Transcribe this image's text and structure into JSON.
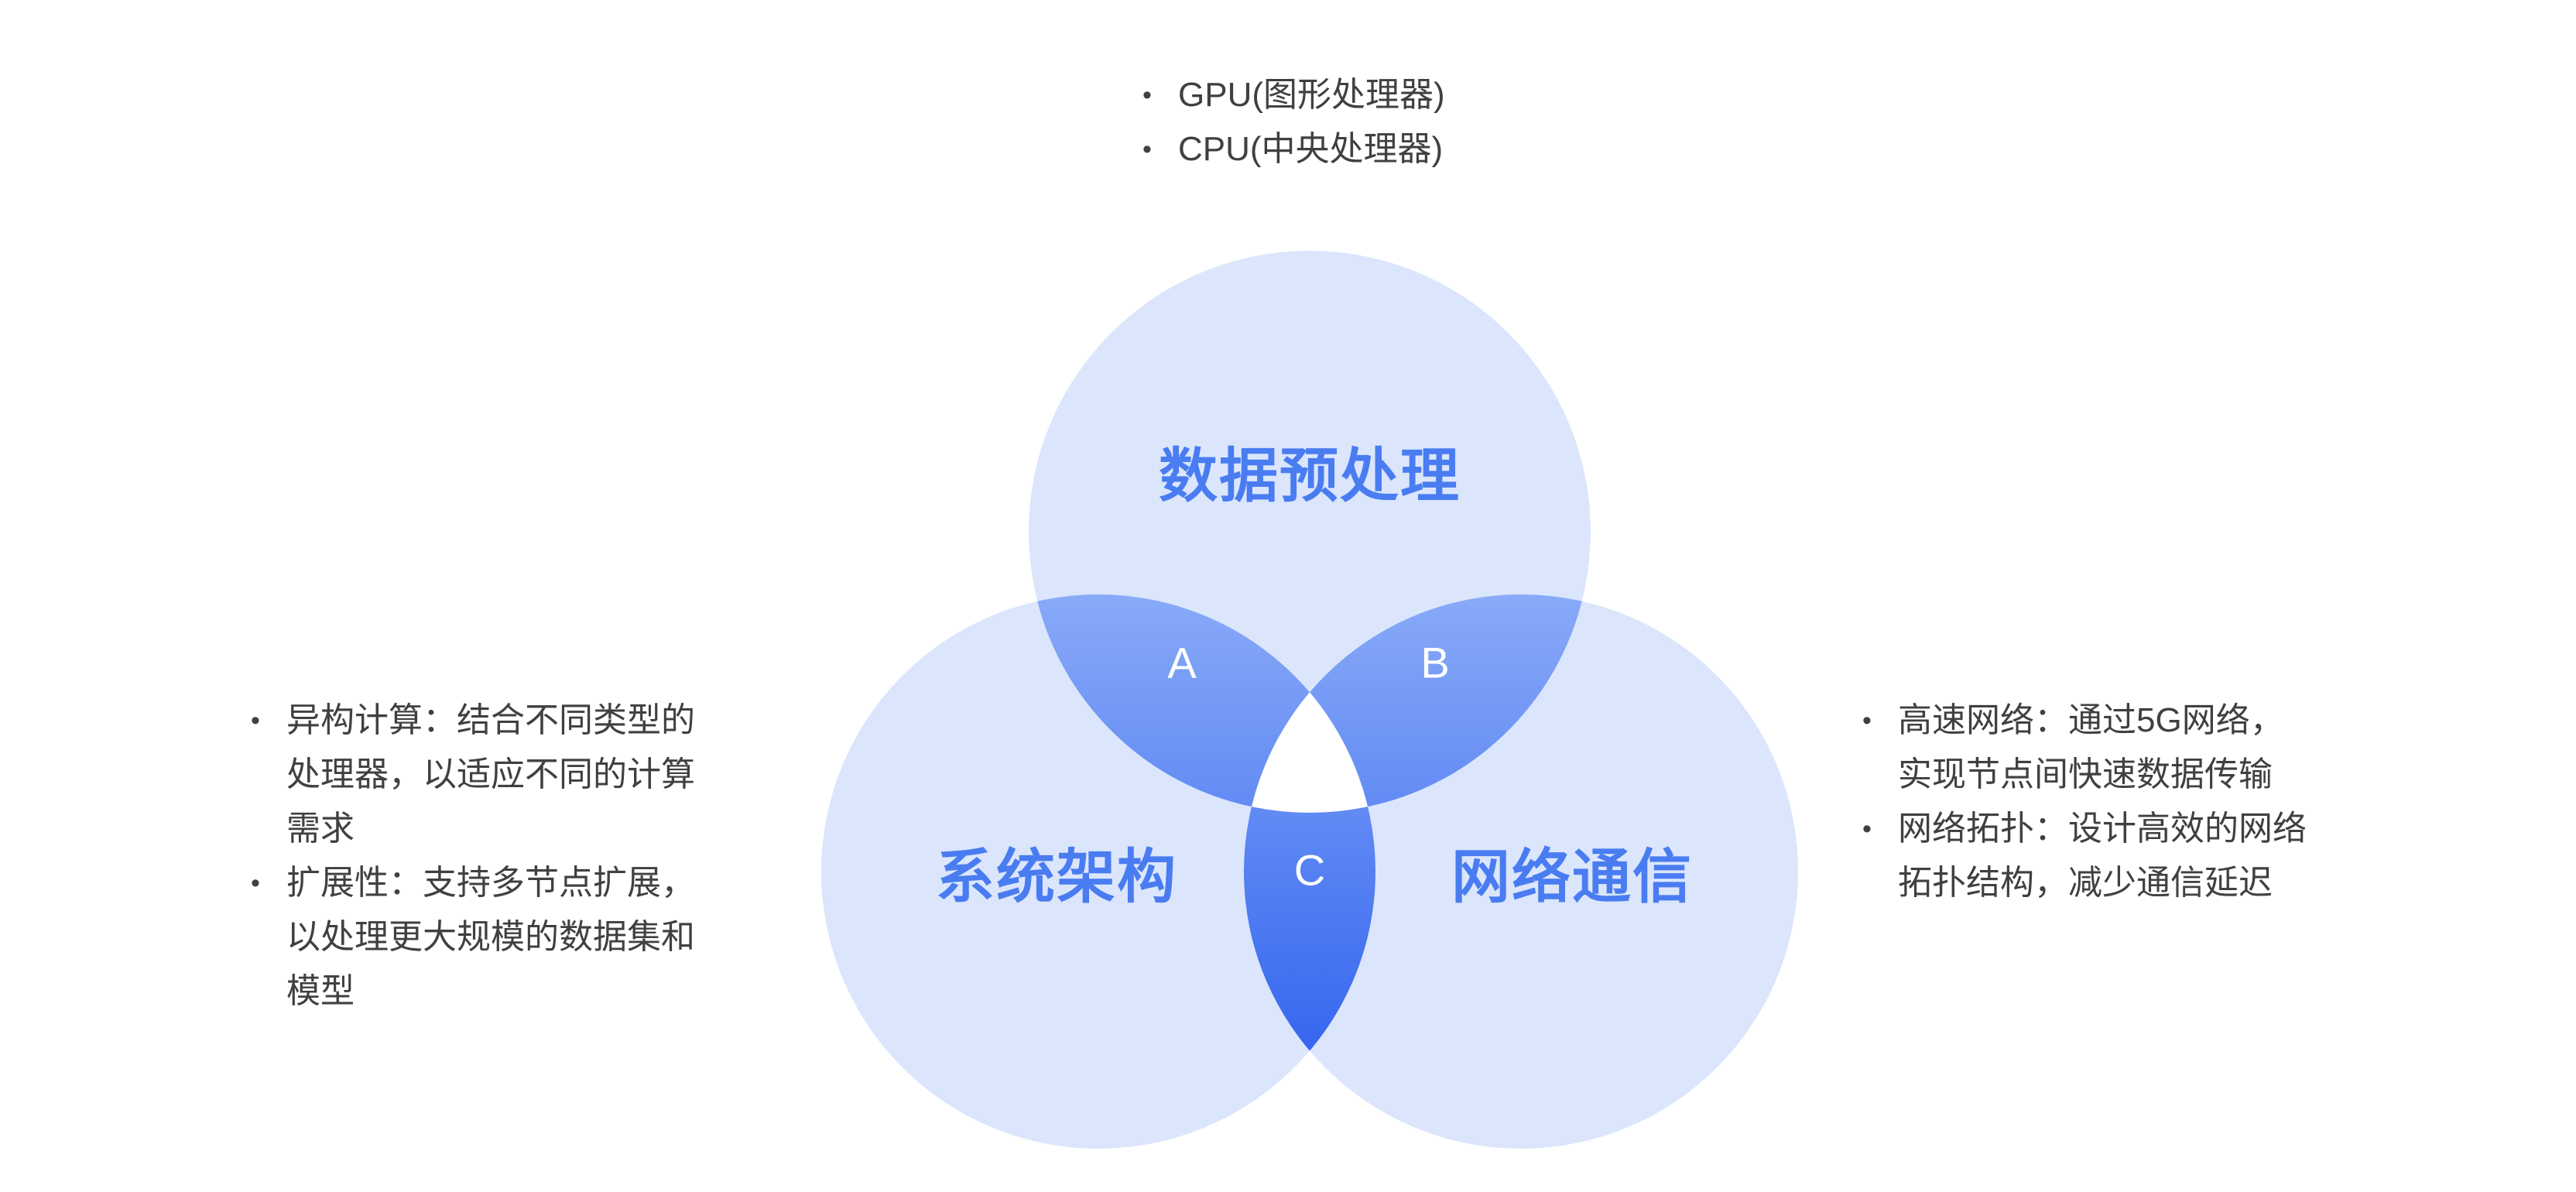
{
  "diagram": {
    "top_list": {
      "items": [
        "GPU(图形处理器)",
        "CPU(中央处理器)"
      ]
    },
    "left_list": {
      "items": [
        "异构计算：结合不同类型的处理器，以适应不同的计算需求",
        "扩展性：支持多节点扩展，以处理更大规模的数据集和模型"
      ]
    },
    "right_list": {
      "items": [
        "高速网络：通过5G网络，实现节点间快速数据传输",
        "网络拓扑：设计高效的网络拓扑结构，减少通信延迟"
      ]
    },
    "circles": {
      "top": {
        "label": "数据预处理"
      },
      "left": {
        "label": "系统架构"
      },
      "right": {
        "label": "网络通信"
      }
    },
    "intersections": {
      "a": "A",
      "b": "B",
      "c": "C"
    },
    "colors": {
      "background": "#ffffff",
      "circle_fill": "#dbe6fc",
      "lens_gradient_start": "#8aabf8",
      "lens_gradient_end": "#3465ef",
      "title_color": "#4a7cf1",
      "text_color": "#404040",
      "triple_overlap_fill": "#ffffff"
    }
  }
}
